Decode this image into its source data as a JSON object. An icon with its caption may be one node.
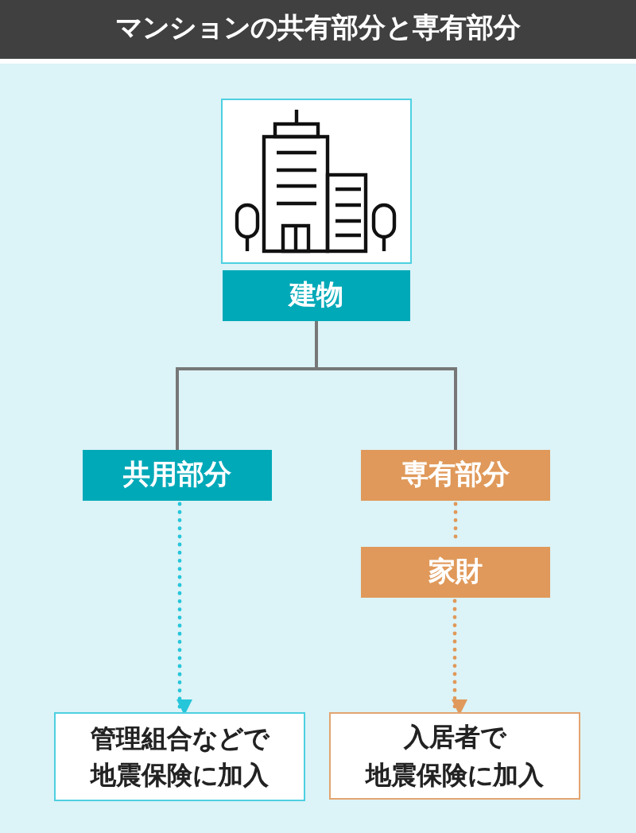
{
  "diagram": {
    "title": "マンションの共有部分と専有部分",
    "nodes": [
      {
        "text": [
          "建物"
        ]
      },
      {
        "text": [
          "共用部分"
        ]
      },
      {
        "text": [
          "専有部分"
        ]
      },
      {
        "text": [
          "家財"
        ]
      },
      {
        "text": [
          "管理組合などで地震保険に加入"
        ]
      },
      {
        "text": [
          "入居者で地震保険に加入"
        ]
      }
    ],
    "edges": [
      {
        "from": 0,
        "to": 1,
        "arrow": "none"
      },
      {
        "from": 0,
        "to": 2,
        "arrow": "none"
      },
      {
        "from": 1,
        "to": 4,
        "arrow": "to",
        "style": "dashed",
        "color": "#26c6da"
      },
      {
        "from": 2,
        "to": 3,
        "arrow": "none",
        "style": "dashed",
        "color": "#e0995a"
      },
      {
        "from": 3,
        "to": 5,
        "arrow": "to",
        "style": "dashed",
        "color": "#e0995a"
      }
    ]
  }
}
